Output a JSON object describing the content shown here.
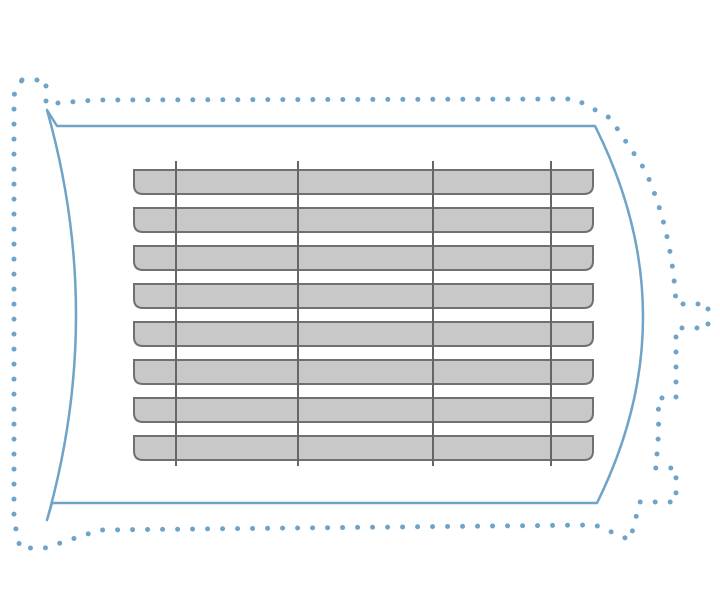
{
  "diagram": {
    "kind": "heat-exchanger-section",
    "bar_count": 8,
    "rib_count": 4,
    "colors": {
      "background": "#ffffff",
      "frame_outline": "#6fa3c8",
      "dot_outline": "#6fa3c8",
      "bar_fill": "#c8c8c8",
      "bar_stroke": "#707070",
      "rib_stroke": "#666666"
    }
  }
}
